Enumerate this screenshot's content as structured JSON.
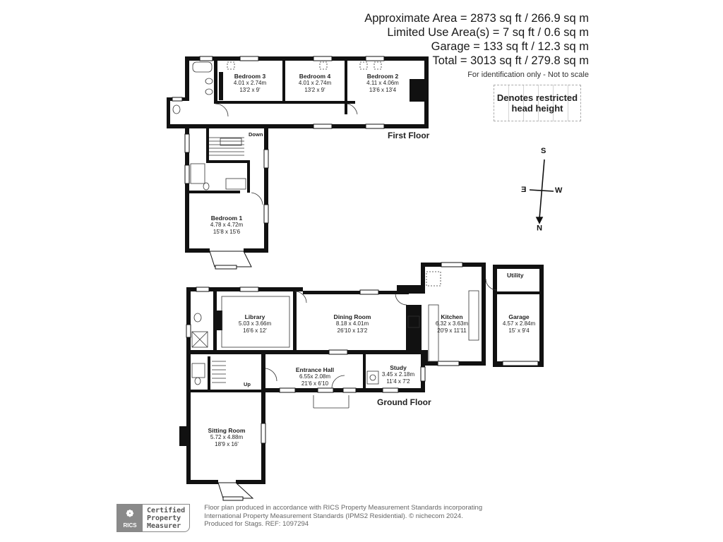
{
  "summary": {
    "approx_area": "Approximate Area = 2873 sq ft / 266.9 sq m",
    "limited_use": "Limited Use Area(s) = 7 sq ft / 0.6 sq m",
    "garage": "Garage = 133 sq ft / 12.3 sq m",
    "total": "Total = 3013 sq ft / 279.8 sq m",
    "note": "For identification only - Not to scale"
  },
  "legend": {
    "restricted_line1": "Denotes restricted",
    "restricted_line2": "head height"
  },
  "compass": {
    "top": "S",
    "bottom": "N",
    "left": "E",
    "right": "W"
  },
  "floors": {
    "first": {
      "label": "First Floor",
      "stairs_label": "Down",
      "rooms": [
        {
          "name": "Bedroom 3",
          "metric": "4.01 x 2.74m",
          "imperial": "13'2 x 9'"
        },
        {
          "name": "Bedroom 4",
          "metric": "4.01 x 2.74m",
          "imperial": "13'2 x 9'"
        },
        {
          "name": "Bedroom 2",
          "metric": "4.11 x 4.06m",
          "imperial": "13'6 x 13'4"
        },
        {
          "name": "Bedroom 1",
          "metric": "4.78 x 4.72m",
          "imperial": "15'8 x 15'6"
        }
      ]
    },
    "ground": {
      "label": "Ground Floor",
      "stairs_label": "Up",
      "rooms": [
        {
          "name": "Library",
          "metric": "5.03 x 3.66m",
          "imperial": "16'6 x 12'"
        },
        {
          "name": "Dining Room",
          "metric": "8.18 x 4.01m",
          "imperial": "26'10 x 13'2"
        },
        {
          "name": "Kitchen",
          "metric": "6.32 x 3.63m",
          "imperial": "20'9 x 11'11"
        },
        {
          "name": "Garage",
          "metric": "4.57 x 2.84m",
          "imperial": "15' x 9'4"
        },
        {
          "name": "Entrance Hall",
          "metric": "6.55x 2.08m",
          "imperial": "21'6 x 6'10"
        },
        {
          "name": "Study",
          "metric": "3.45 x 2.18m",
          "imperial": "11'4 x 7'2"
        },
        {
          "name": "Sitting Room",
          "metric": "5.72 x 4.88m",
          "imperial": "18'9 x 16'"
        }
      ],
      "utility_label": "Utility"
    }
  },
  "footer": {
    "badge_logo": "RICS",
    "badge_line1": "Certified",
    "badge_line2": "Property",
    "badge_line3": "Measurer",
    "line1": "Floor plan produced in accordance with RICS Property Measurement Standards incorporating",
    "line2": "International Property Measurement Standards (IPMS2 Residential).  © nichecom 2024.",
    "line3": "Produced for Stags.   REF: 1097294"
  }
}
